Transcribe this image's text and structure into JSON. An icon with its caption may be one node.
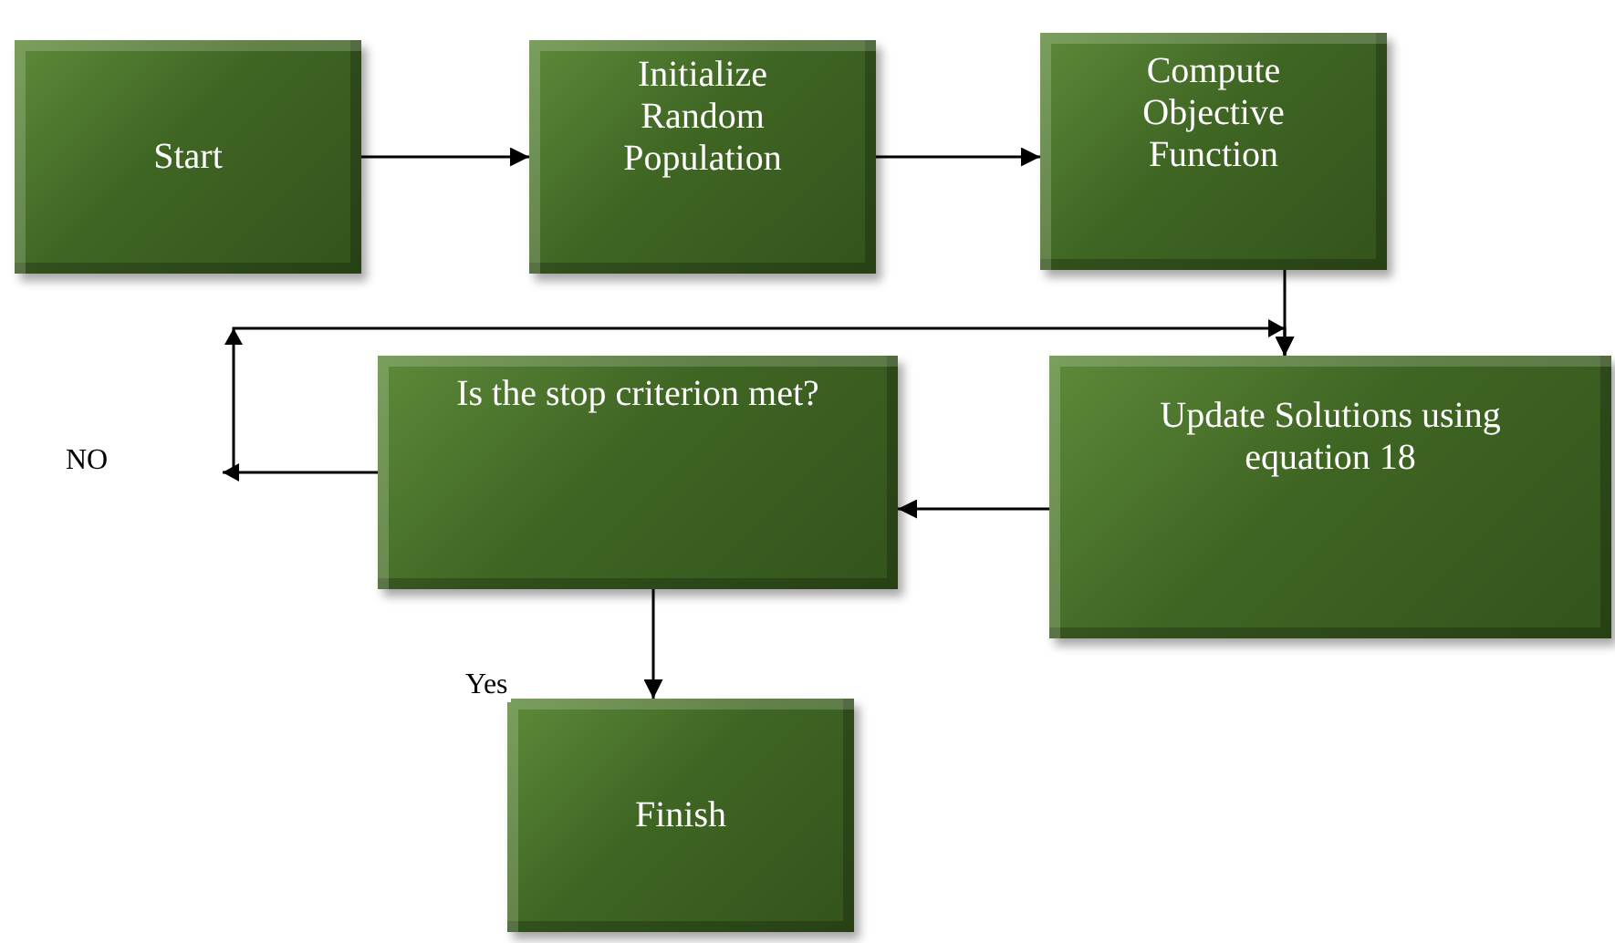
{
  "diagram": {
    "nodes": [
      {
        "text": [
          "Start"
        ]
      },
      {
        "text": [
          "Initialize Random Population"
        ]
      },
      {
        "text": [
          "Compute Objective Function"
        ]
      },
      {
        "text": [
          "Is the stop criterion met?"
        ]
      },
      {
        "text": [
          "Update Solutions using equation 18"
        ]
      },
      {
        "text": [
          "Finish"
        ]
      }
    ],
    "edges": [
      {
        "from": 0,
        "to": 1,
        "arrow": "to"
      },
      {
        "from": 1,
        "to": 2,
        "arrow": "to"
      },
      {
        "from": 2,
        "to": 4,
        "arrow": "to"
      },
      {
        "from": 4,
        "to": 3,
        "arrow": "to"
      },
      {
        "from": 3,
        "to": 4,
        "arrow": "to",
        "label": "NO"
      },
      {
        "from": 3,
        "to": 5,
        "arrow": "to",
        "label": "Yes"
      }
    ]
  }
}
